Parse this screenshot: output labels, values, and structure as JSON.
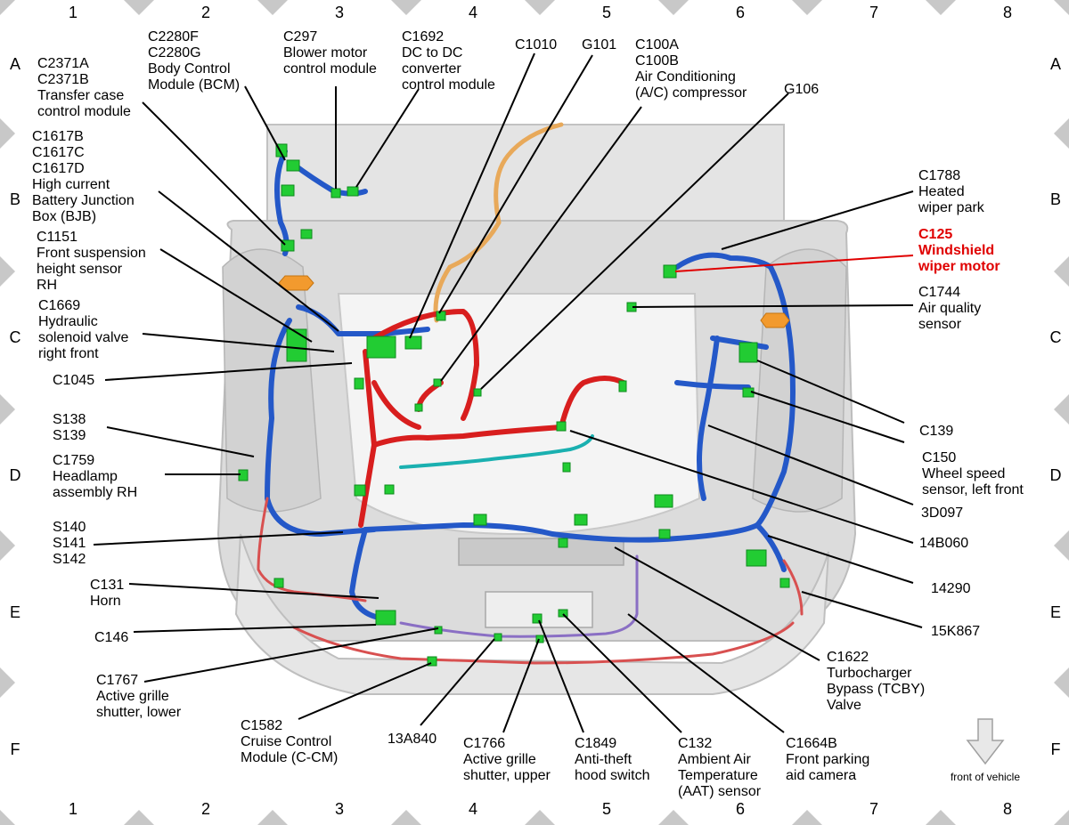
{
  "grid": {
    "columns": [
      "1",
      "2",
      "3",
      "4",
      "5",
      "6",
      "7",
      "8"
    ],
    "rows": [
      "A",
      "B",
      "C",
      "D",
      "E",
      "F"
    ]
  },
  "labels": {
    "c2371": [
      "C2371A",
      "C2371B",
      "Transfer case",
      "control module"
    ],
    "c2280": [
      "C2280F",
      "C2280G",
      "Body Control",
      "Module (BCM)"
    ],
    "c297": [
      "C297",
      "Blower motor",
      "control module"
    ],
    "c1692": [
      "C1692",
      "DC to DC",
      "converter",
      "control module"
    ],
    "c1010": [
      "C1010"
    ],
    "g101": [
      "G101"
    ],
    "c100": [
      "C100A",
      "C100B",
      "Air Conditioning",
      "(A/C) compressor"
    ],
    "g106": [
      "G106"
    ],
    "c1617": [
      "C1617B",
      "C1617C",
      "C1617D",
      "High current",
      "Battery Junction",
      "Box (BJB)"
    ],
    "c1151": [
      "C1151",
      "Front suspension",
      "height sensor",
      "RH"
    ],
    "c1669": [
      "C1669",
      "Hydraulic",
      "solenoid valve",
      "right front"
    ],
    "c1045": [
      "C1045"
    ],
    "s138": [
      "S138",
      "S139"
    ],
    "c1759": [
      "C1759",
      "Headlamp",
      "assembly RH"
    ],
    "s140": [
      "S140",
      "S141",
      "S142"
    ],
    "c131": [
      "C131",
      "Horn"
    ],
    "c146": [
      "C146"
    ],
    "c1767": [
      "C1767",
      "Active grille",
      "shutter, lower"
    ],
    "c1582": [
      "C1582",
      "Cruise Control",
      "Module (C-CM)"
    ],
    "a840": [
      "13A840"
    ],
    "c1766": [
      "C1766",
      "Active grille",
      "shutter, upper"
    ],
    "c1849": [
      "C1849",
      "Anti-theft",
      "hood switch"
    ],
    "c132": [
      "C132",
      "Ambient Air",
      "Temperature",
      "(AAT) sensor"
    ],
    "c1664": [
      "C1664B",
      "Front parking",
      "aid camera"
    ],
    "c1788": [
      "C1788",
      "Heated",
      "wiper park"
    ],
    "c125": [
      "C125",
      "Windshield",
      "wiper motor"
    ],
    "c1744": [
      "C1744",
      "Air quality",
      "sensor"
    ],
    "c139": [
      "C139"
    ],
    "c150": [
      "C150",
      "Wheel speed",
      "sensor, left front"
    ],
    "d097": [
      "3D097"
    ],
    "b060": [
      "14B060"
    ],
    "h290": [
      "14290"
    ],
    "k867": [
      "15K867"
    ],
    "c1622": [
      "C1622",
      "Turbocharger",
      "Bypass (TCBY)",
      "Valve"
    ]
  },
  "front_of_vehicle": "front of vehicle",
  "colors": {
    "harness_blue": "#2458c8",
    "harness_red": "#d81e1e",
    "harness_orange": "#e8a95a",
    "harness_teal": "#1ab0b0",
    "harness_purple": "#8a6fc4",
    "connector_green": "#22cc33",
    "highlight_red": "#e00000",
    "border_gray": "#c8c8c8",
    "body_gray": "#d9d9d9"
  }
}
